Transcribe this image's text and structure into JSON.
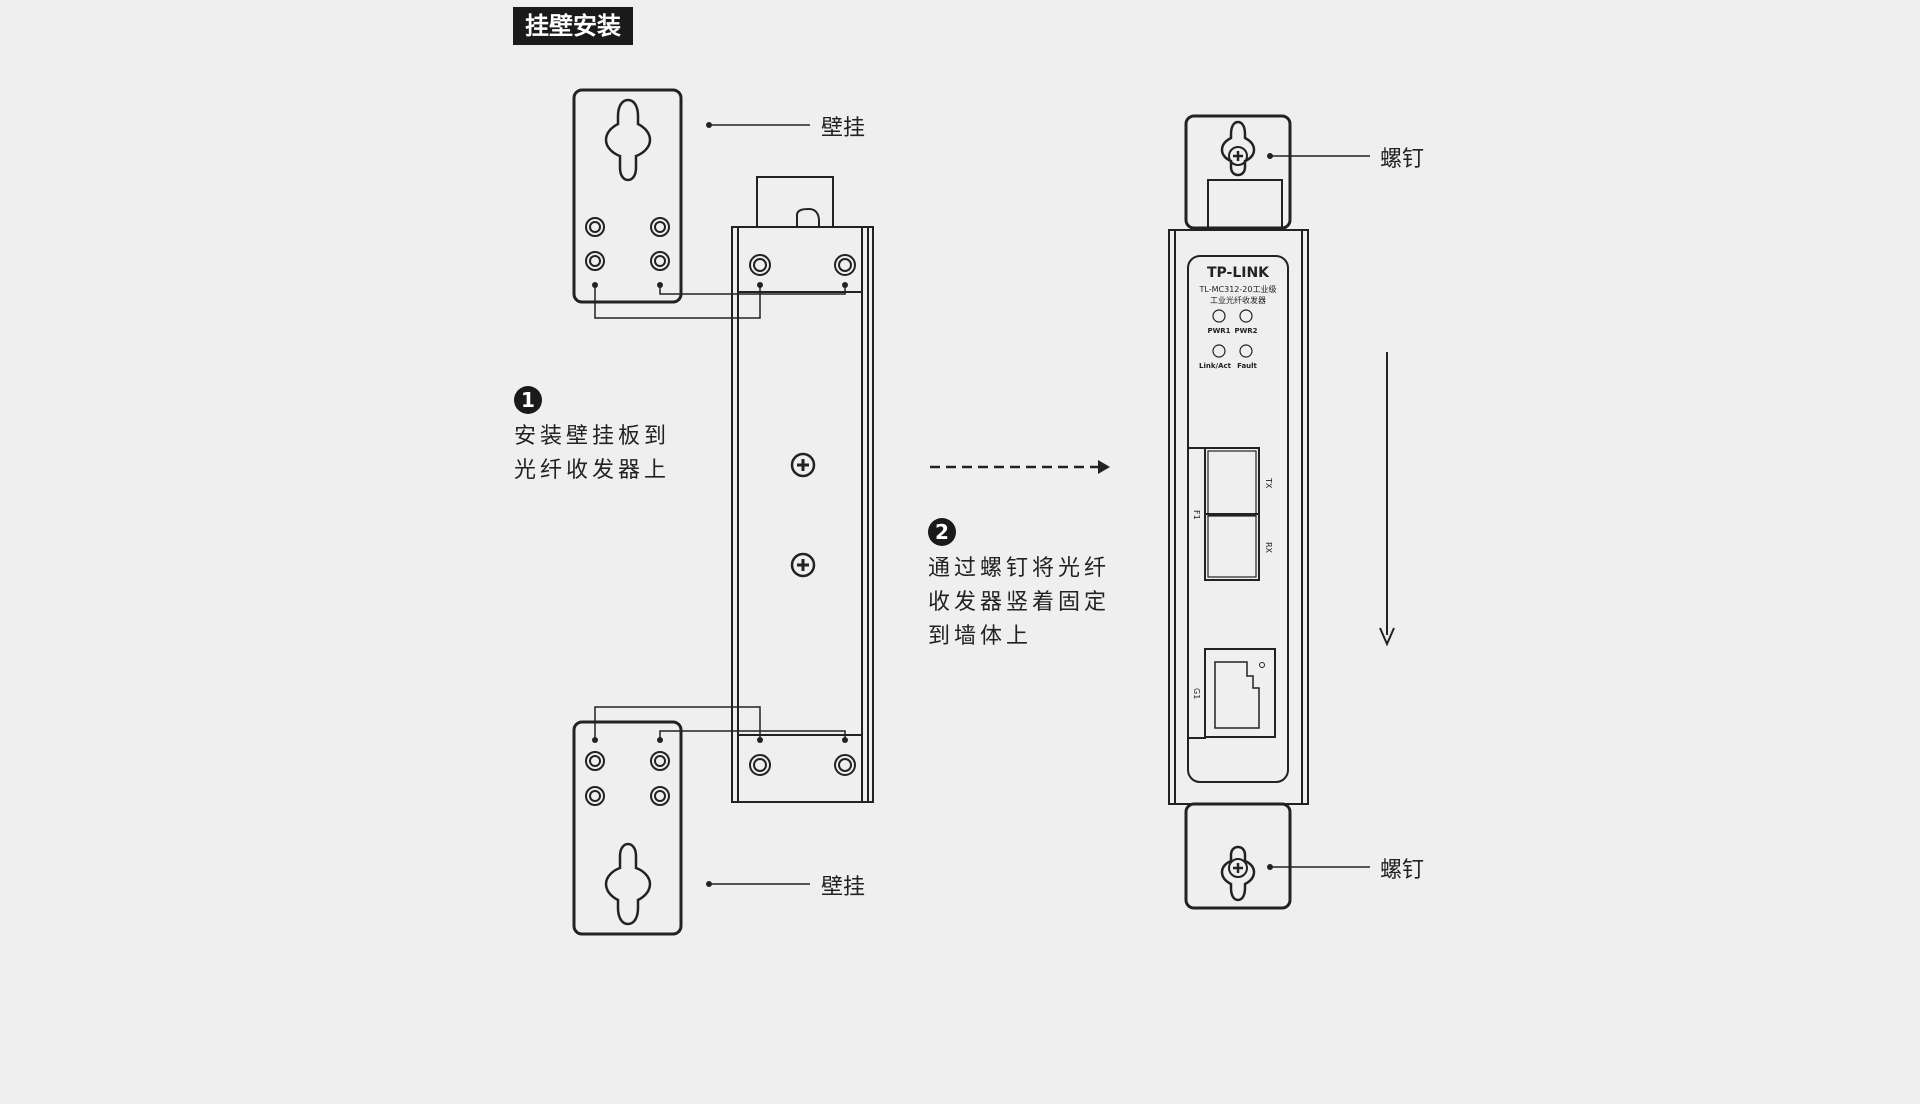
{
  "title": "挂壁安装",
  "step1": {
    "number": "1",
    "text": "安装壁挂板到\n光纤收发器上"
  },
  "step2": {
    "number": "2",
    "text": "通过螺钉将光纤\n收发器竖着固定\n到墙体上"
  },
  "labels": {
    "wall_mount_top": "壁挂",
    "wall_mount_bottom": "壁挂",
    "screw_top": "螺钉",
    "screw_bottom": "螺钉"
  },
  "device": {
    "brand": "TP-LINK",
    "model": "TL-MC312-20工业级",
    "subtitle": "工业光纤收发器",
    "led_pwr1": "PWR1",
    "led_pwr2": "PWR2",
    "led_link": "Link/Act",
    "led_fault": "Fault",
    "port_f1": "F1",
    "port_tx": "TX",
    "port_rx": "RX",
    "port_g1": "G1"
  }
}
